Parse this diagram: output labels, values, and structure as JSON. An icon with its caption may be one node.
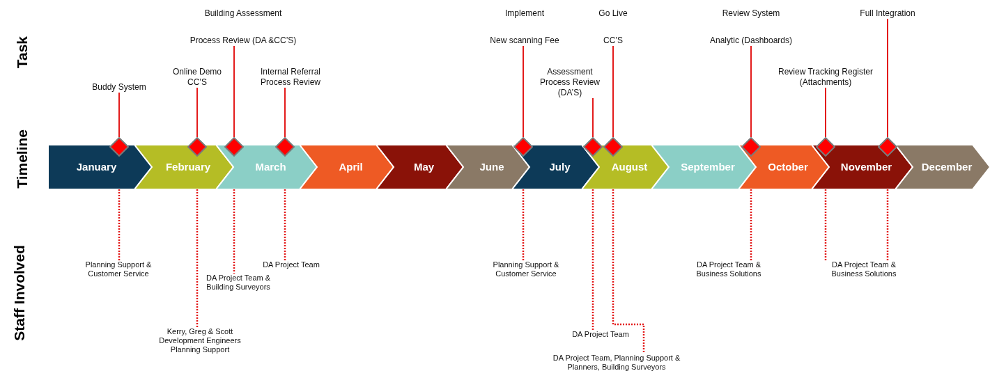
{
  "diagram": {
    "nodes": [
      {
        "text": [
          "Buddy System"
        ]
      },
      {
        "text": [
          "Online Demo CC’S"
        ]
      },
      {
        "text": [
          "Building Assessment",
          "Process Review (DA &CC’S)"
        ]
      },
      {
        "text": [
          "Internal Referral Process Review"
        ]
      },
      {
        "text": [
          "Implement",
          "New scanning Fee"
        ]
      },
      {
        "text": [
          "Assessment Process Review (DA’S)"
        ]
      },
      {
        "text": [
          "Go Live",
          "CC’S"
        ]
      },
      {
        "text": [
          "Review System",
          "Analytic (Dashboards)"
        ]
      },
      {
        "text": [
          "Review Tracking Register (Attachments)"
        ]
      },
      {
        "text": [
          "Full Integration"
        ]
      },
      {
        "text": [],
        "shape": "diamond"
      },
      {
        "text": [],
        "shape": "diamond"
      },
      {
        "text": [],
        "shape": "diamond"
      },
      {
        "text": [],
        "shape": "diamond"
      },
      {
        "text": [],
        "shape": "diamond"
      },
      {
        "text": [],
        "shape": "diamond"
      },
      {
        "text": [],
        "shape": "diamond"
      },
      {
        "text": [],
        "shape": "diamond"
      },
      {
        "text": [],
        "shape": "diamond"
      },
      {
        "text": [],
        "shape": "diamond"
      },
      {
        "text": [
          "January"
        ]
      },
      {
        "text": [
          "February"
        ]
      },
      {
        "text": [
          "March"
        ]
      },
      {
        "text": [
          "April"
        ]
      },
      {
        "text": [
          "May"
        ]
      },
      {
        "text": [
          "June"
        ]
      },
      {
        "text": [
          "July"
        ]
      },
      {
        "text": [
          "August"
        ]
      },
      {
        "text": [
          "September"
        ]
      },
      {
        "text": [
          "October"
        ]
      },
      {
        "text": [
          "November"
        ]
      },
      {
        "text": [
          "December"
        ]
      },
      {
        "text": [
          "Planning Support & Customer Service"
        ]
      },
      {
        "text": [
          "Kerry, Greg & Scott Development Engineers Planning Support"
        ]
      },
      {
        "text": [
          "DA Project Team & Building Surveyors"
        ]
      },
      {
        "text": [
          "DA Project Team"
        ]
      },
      {
        "text": [
          "Planning Support & Customer Service"
        ]
      },
      {
        "text": [
          "DA Project Team"
        ]
      },
      {
        "text": [
          "DA Project Team, Planning Support & Planners, Building Surveyors"
        ]
      },
      {
        "text": [
          "DA Project Team & Business Solutions"
        ]
      },
      {
        "text": [
          "DA Project Team & Business Solutions"
        ]
      }
    ],
    "edges": [
      {
        "from": 0,
        "to": 10,
        "arrow": "none"
      },
      {
        "from": 1,
        "to": 11,
        "arrow": "none"
      },
      {
        "from": 2,
        "to": 12,
        "arrow": "none"
      },
      {
        "from": 3,
        "to": 13,
        "arrow": "none"
      },
      {
        "from": 4,
        "to": 14,
        "arrow": "none"
      },
      {
        "from": 5,
        "to": 15,
        "arrow": "none"
      },
      {
        "from": 6,
        "to": 16,
        "arrow": "none"
      },
      {
        "from": 7,
        "to": 17,
        "arrow": "none"
      },
      {
        "from": 8,
        "to": 18,
        "arrow": "none"
      },
      {
        "from": 9,
        "to": 19,
        "arrow": "none"
      },
      {
        "from": 20,
        "to": 32,
        "arrow": "none",
        "style": "dashed"
      },
      {
        "from": 21,
        "to": 33,
        "arrow": "none",
        "style": "dashed"
      },
      {
        "from": 22,
        "to": 34,
        "arrow": "none",
        "style": "dashed"
      },
      {
        "from": 22,
        "to": 35,
        "arrow": "none",
        "style": "dashed"
      },
      {
        "from": 26,
        "to": 36,
        "arrow": "none",
        "style": "dashed"
      },
      {
        "from": 27,
        "to": 37,
        "arrow": "none",
        "style": "dashed"
      },
      {
        "from": 27,
        "to": 38,
        "arrow": "none",
        "style": "dashed"
      },
      {
        "from": 29,
        "to": 39,
        "arrow": "none",
        "style": "dashed"
      },
      {
        "from": 30,
        "to": 40,
        "arrow": "none",
        "style": "dashed"
      },
      {
        "from": 30,
        "to": 40,
        "arrow": "none",
        "style": "dashed"
      }
    ],
    "labels": [
      "Task",
      "Timeline",
      "Staff Involved"
    ]
  }
}
